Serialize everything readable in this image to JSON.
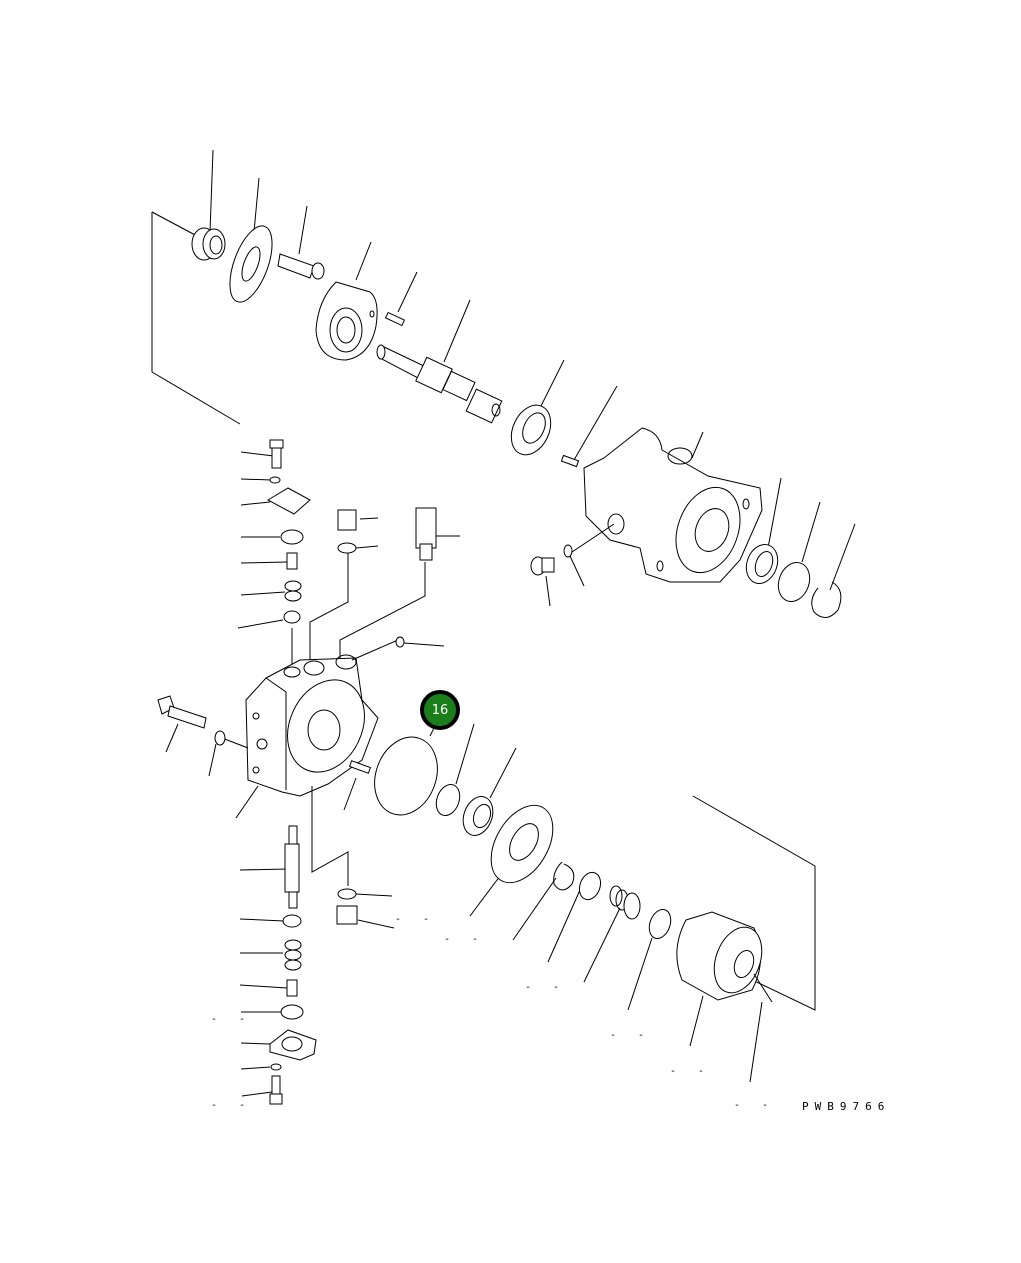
{
  "diagram": {
    "type": "exploded-parts-view",
    "subject": "hydraulic pump / motor assembly",
    "drawing_code": "PWB9766",
    "highlighted_callout": {
      "label": "16",
      "color": "#1a7f1a",
      "target": "o-ring"
    },
    "dash_marks": [
      "- -",
      "- -",
      "- -",
      "- -",
      "- -",
      "- -",
      "- -",
      "- -"
    ],
    "parts_upper_shaft_group": [
      "bushing",
      "valve-plate",
      "pin-with-spring",
      "swash-plate-cradle",
      "dowel-pin",
      "splined-shaft",
      "ball-bearing",
      "dowel-pin-small",
      "pump-case",
      "oil-seal",
      "snap-ring",
      "retaining-ring",
      "plug",
      "o-ring-small"
    ],
    "parts_left_valve_group": [
      "bolt",
      "washer",
      "flange-cover",
      "o-ring",
      "piston",
      "spring",
      "seat",
      "plug-fitting",
      "o-ring-small",
      "relief-valve-cartridge",
      "plug-small"
    ],
    "parts_center_group": [
      "end-cap-valve-body",
      "mounting-bolt",
      "washer",
      "dowel-pin",
      "o-ring-16",
      "o-ring",
      "roller-bearing",
      "valve-plate-disk",
      "snap-ring",
      "shim",
      "spring-set",
      "thrust-washer",
      "cylinder-block",
      "center-pin"
    ],
    "parts_lower_valve_group": [
      "spool",
      "seat",
      "spring",
      "piston",
      "o-ring",
      "flange-cover",
      "washer",
      "bolt",
      "o-ring-small",
      "plug-fitting"
    ]
  }
}
